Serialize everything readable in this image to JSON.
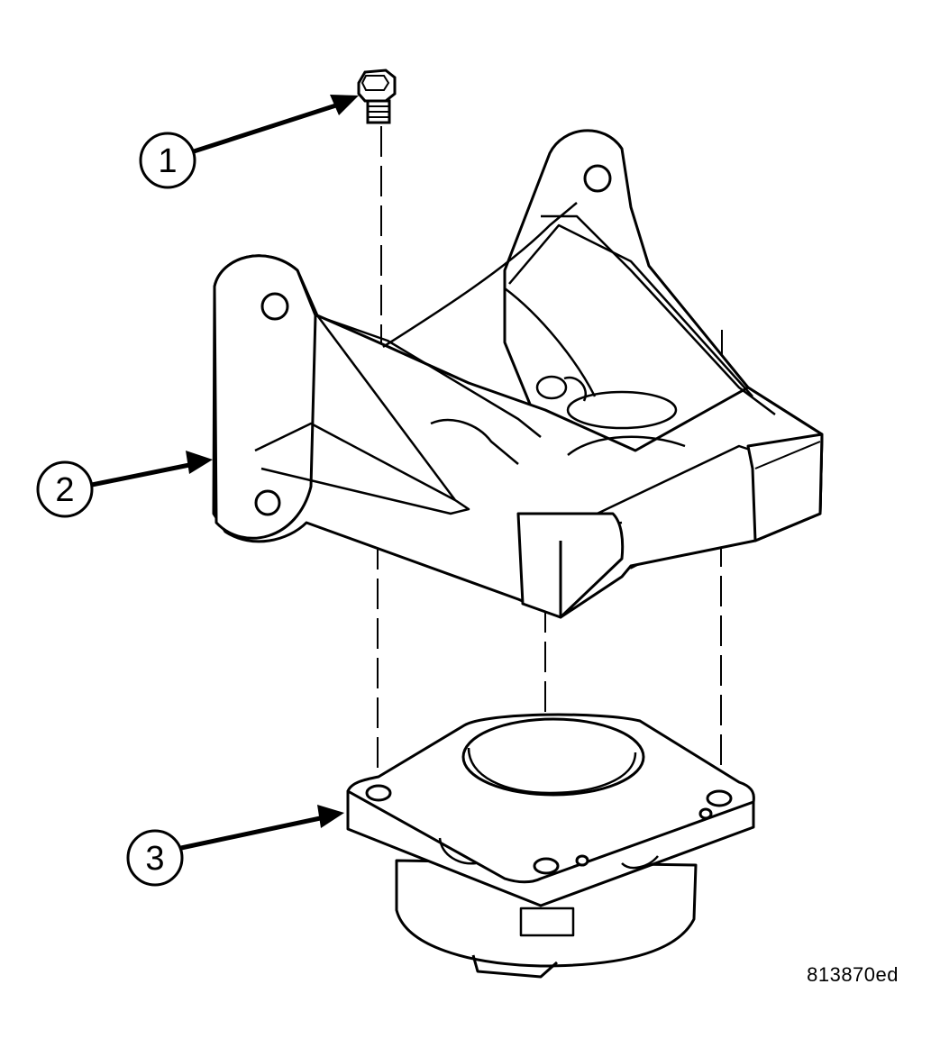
{
  "callouts": [
    {
      "number": "1",
      "part": "bolt"
    },
    {
      "number": "2",
      "part": "bracket"
    },
    {
      "number": "3",
      "part": "mount"
    }
  ],
  "figure_id": "813870ed",
  "colors": {
    "line": "#000000",
    "background": "#ffffff"
  }
}
